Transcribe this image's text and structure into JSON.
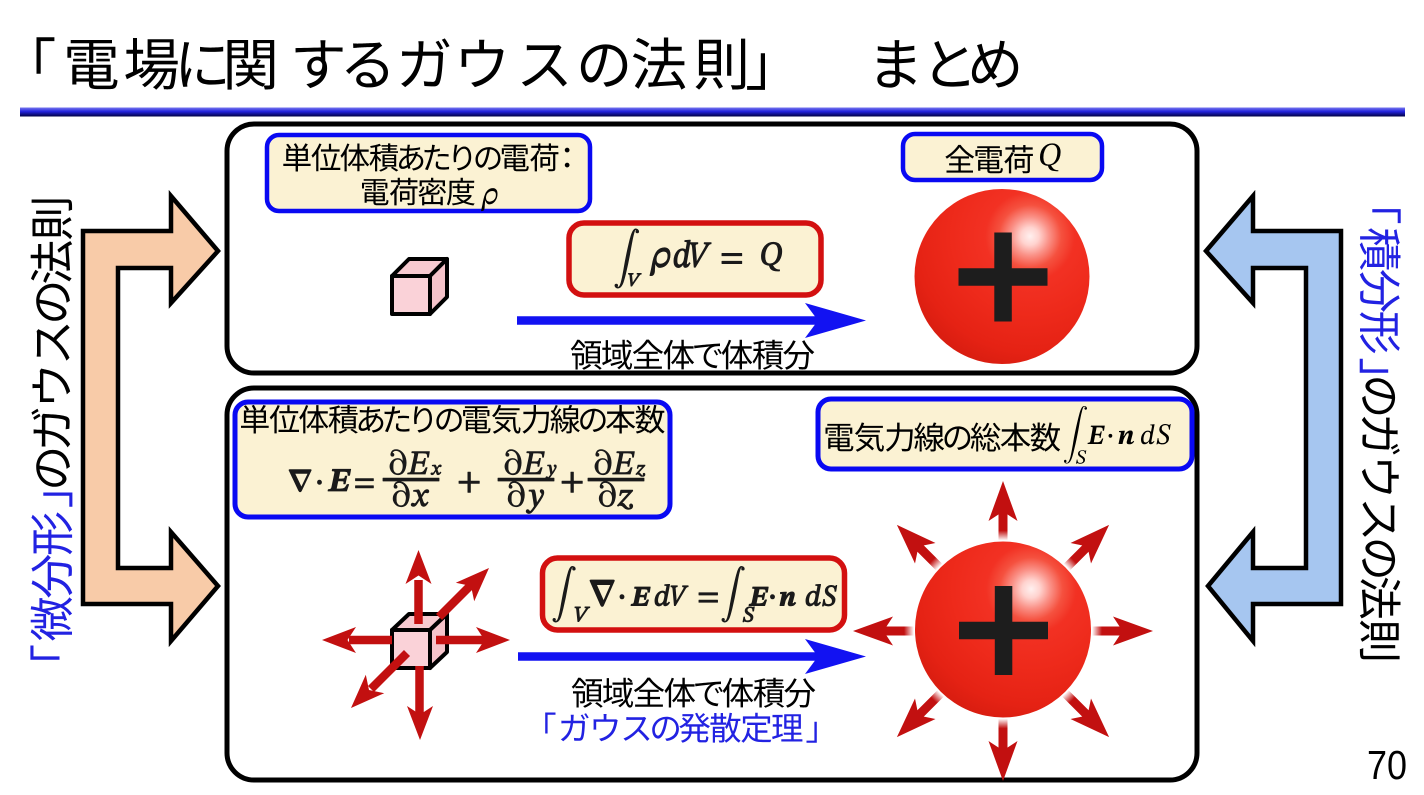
{
  "slide": {
    "title": "「電場に関するガウスの法則」 まとめ",
    "page_number": "70",
    "left_arrow_label": {
      "highlight": "「微分形」",
      "rest": "のガウスの法則"
    },
    "right_arrow_label": {
      "highlight": "「積分形」",
      "rest": "のガウスの法則"
    },
    "top_panel": {
      "charge_label_line1": "単位体積あたりの電荷：",
      "charge_label_line2": "電荷密度 ρ",
      "total_charge_label": "全電荷 Q",
      "formula": "∫_V ρ dV = Q",
      "arrow_caption": "領域全体で体積分"
    },
    "bottom_panel": {
      "density_label_line1": "単位体積あたりの電気力線の本数",
      "density_label_formula": "∇·E = ∂Ex/∂x + ∂Ey/∂y + ∂Ez/∂z",
      "flux_label": "電気力線の総本数 ∫_S E·n dS",
      "formula": "∫_V ∇·E dV = ∫_S E·n dS",
      "arrow_caption_line1": "領域全体で体積分",
      "arrow_caption_line2": "「ガウスの発散定理」"
    },
    "colors": {
      "label_fill": "#FBF2D3",
      "label_border_blue": "#0909F2",
      "formula_border_red": "#D31010",
      "flow_arrow_blue": "#1212F2",
      "field_arrow_red": "#C21010",
      "differential_arrow_fill": "#F8CBA8",
      "integral_arrow_fill": "#A6C6F0",
      "highlight_text_blue": "#2222E2",
      "divider_blue": "#2222DD"
    }
  }
}
